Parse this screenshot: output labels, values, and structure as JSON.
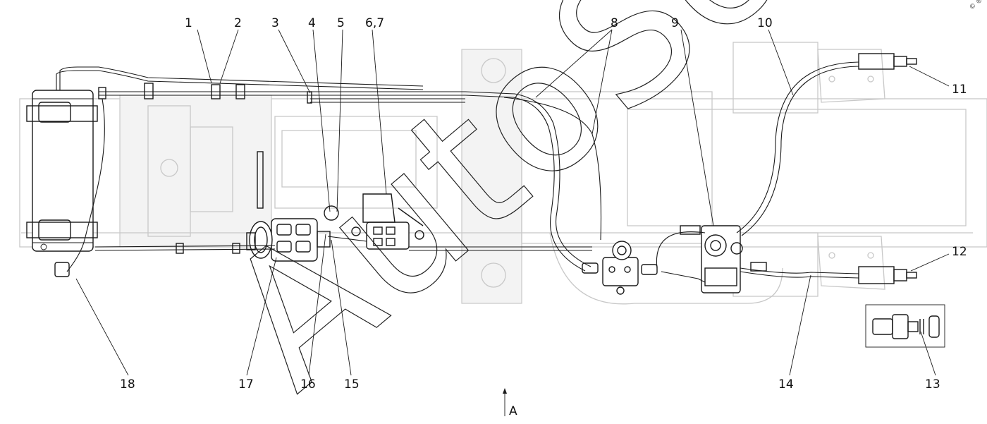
{
  "callouts": [
    {
      "label": "1"
    },
    {
      "label": "2"
    },
    {
      "label": "3"
    },
    {
      "label": "4"
    },
    {
      "label": "5"
    },
    {
      "label": "6,7"
    },
    {
      "label": "8"
    },
    {
      "label": "9"
    },
    {
      "label": "10"
    },
    {
      "label": "11"
    },
    {
      "label": "12"
    },
    {
      "label": "13"
    },
    {
      "label": "14"
    },
    {
      "label": "15"
    },
    {
      "label": "16"
    },
    {
      "label": "17"
    },
    {
      "label": "18"
    }
  ],
  "view_marker": "A",
  "watermark": {
    "text": "AutoSoft",
    "corner_mark": "© ®"
  },
  "colors": {
    "ink": "#1a1a1a",
    "faint": "#c8c8c8"
  }
}
